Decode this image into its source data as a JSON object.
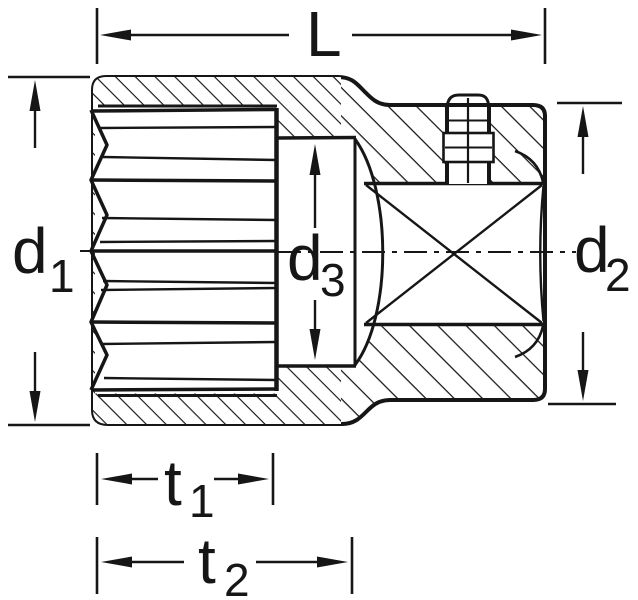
{
  "drawing": {
    "kind": "technical-section-drawing",
    "subject": "socket wrench socket cross-section with dimension callouts",
    "background": "#ffffff",
    "line_color": "#161616",
    "labels": {
      "L": {
        "main": "L",
        "sub": ""
      },
      "d1": {
        "main": "d",
        "sub": "1"
      },
      "d2": {
        "main": "d",
        "sub": "2"
      },
      "d3": {
        "main": "d",
        "sub": "3"
      },
      "t1": {
        "main": "t",
        "sub": "1"
      },
      "t2": {
        "main": "t",
        "sub": "2"
      }
    }
  }
}
